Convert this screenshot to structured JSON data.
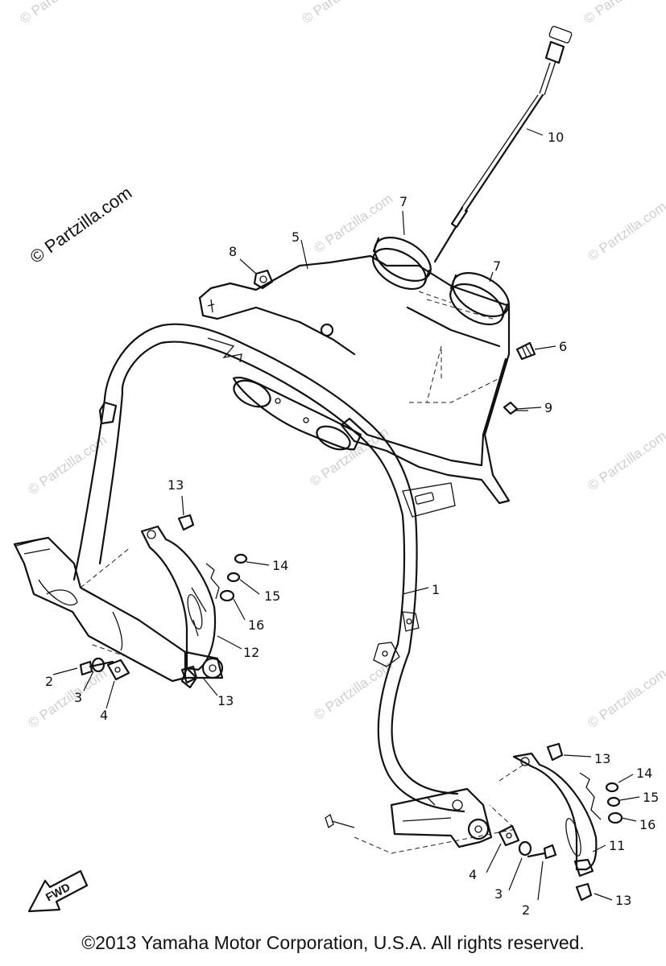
{
  "watermark": {
    "main": "© Partzilla.com",
    "repeat": "© Partzilla.com"
  },
  "fwd_label": "FWD",
  "callouts": {
    "c1": "1",
    "c2a": "2",
    "c2b": "2",
    "c3a": "3",
    "c3b": "3",
    "c4a": "4",
    "c4b": "4",
    "c5": "5",
    "c6": "6",
    "c7a": "7",
    "c7b": "7",
    "c8": "8",
    "c9": "9",
    "c10": "10",
    "c11": "11",
    "c12": "12",
    "c13a": "13",
    "c13b": "13",
    "c13c": "13",
    "c13d": "13",
    "c14a": "14",
    "c14b": "14",
    "c15a": "15",
    "c15b": "15",
    "c16a": "16",
    "c16b": "16"
  },
  "copyright": "©2013 Yamaha Motor Corporation, U.S.A. All rights reserved."
}
